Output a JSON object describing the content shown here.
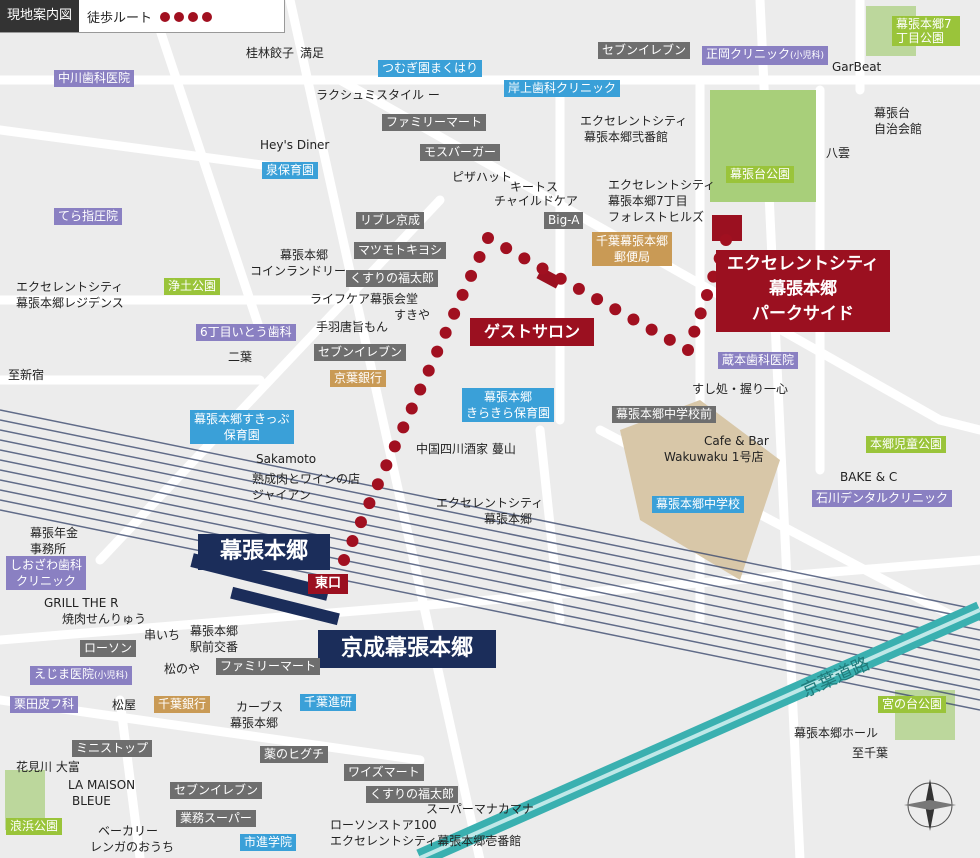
{
  "header": {
    "title": "現地案内図",
    "route_label": "徒歩ルート"
  },
  "colors": {
    "route": "#a11020",
    "property": "#9b1020",
    "station": "#1b2d5a",
    "expressway": "#3ab0b0",
    "park": "#a8cf7a"
  },
  "property": {
    "name_line1": "エクセレントシティ",
    "name_line2": "幕張本郷",
    "name_line3": "パークサイド"
  },
  "guest_salon": "ゲストサロン",
  "stations": {
    "jr": "幕張本郷",
    "keisei": "京成幕張本郷",
    "east_exit": "東口"
  },
  "expressway": "京葉道路",
  "labels": {
    "katsura": "桂林餃子",
    "mitsuboshi": "満足",
    "raku": "ラクシュミスタイル ー",
    "heys": "Hey's Diner",
    "garbeat": "GarBeat",
    "makuhari_jichi1": "幕張台",
    "makuhari_jichi2": "自治会館",
    "yakumo": "八雲",
    "pizza": "ピザハット",
    "kits1": "キートス",
    "kits2": "チャイルドケア",
    "ex2_1": "エクセレントシティ",
    "ex2_2": "幕張本郷弐番館",
    "ex7_1": "エクセレントシティ",
    "ex7_2": "幕張本郷7丁目",
    "ex7_3": "フォレストヒルズ",
    "coin1": "幕張本郷",
    "coin2": "コインランドリー",
    "lifecare": "ライフケア幕張会堂",
    "sukiya": "すきや",
    "teba": "手羽唐旨もん",
    "nichoume": "二葉",
    "shishin": "至新宿",
    "ex_res1": "エクセレントシティ",
    "ex_res2": "幕張本郷レジデンス",
    "sushi": "すし処・握り一心",
    "cafe1": "Cafe & Bar",
    "cafe2": "Wakuwaku 1号店",
    "bake": "BAKE & C",
    "chugoku": "中国四川酒家 蔓山",
    "sakamoto": "Sakamoto",
    "jukusei1": "熟成肉とワインの店",
    "jukusei2": "ジャイアン",
    "ex1_1": "エクセレントシティ",
    "ex1_2": "幕張本郷",
    "nenkin1": "幕張年金",
    "nenkin2": "事務所",
    "grill1": "GRILL THE R",
    "grill2": "焼肉せんりゅう",
    "kushi": "串いち",
    "koban1": "幕張本郷",
    "koban2": "駅前交番",
    "matsu": "松のや",
    "matsuya2": "松屋",
    "curves1": "カーブス",
    "curves2": "幕張本郷",
    "hanami": "花見川 大富",
    "maison1": "LA MAISON",
    "maison2": "BLEUE",
    "bakery1": "ベーカリー",
    "bakery2": "レンガのおうち",
    "spar": "スーパーマナカマナ",
    "lawson100": "ローソンストア100",
    "ex_ichi": "エクセレントシティ幕張本郷壱番館",
    "hall": "幕張本郷ホール",
    "shichiba": "至千葉"
  },
  "boxes": {
    "nakagawa": "中川歯科医院",
    "tsumugi": "つむぎ園まくはり",
    "seven_top": "セブンイレブン",
    "shooka": "正岡クリニック",
    "shooka_sub": "(小児科)",
    "park7": "幕張本郷7丁目公園",
    "kishigami": "岸上歯科クリニック",
    "family_top": "ファミリーマート",
    "mos": "モスバーガー",
    "izumi": "泉保育園",
    "makuhari_park": "幕張台公園",
    "tera": "てら指圧院",
    "ribre": "リブレ京成",
    "matsumoto": "マツモトキヨシ",
    "bigA": "Big-A",
    "kusuri_top": "くすりの福太郎",
    "chiba_post1": "千葉幕張本郷",
    "chiba_post2": "郵便局",
    "jodo": "浄土公園",
    "rokucho": "6丁目いとう歯科",
    "seven_mid": "セブンイレブン",
    "keiyo_bank": "京葉銀行",
    "kuramoto": "蔵本歯科医院",
    "kirakira1": "幕張本郷",
    "kirakira2": "きらきら保育園",
    "jhs_stop": "幕張本郷中学校前",
    "sukippu1": "幕張本郷すきっぷ",
    "sukippu2": "保育園",
    "hongo_park": "本郷児童公園",
    "ishikawa": "石川デンタルクリニック",
    "jhs": "幕張本郷中学校",
    "oshizawa1": "しおざわ歯科",
    "oshizawa2": "クリニック",
    "lawson": "ローソン",
    "ejima": "えじま医院",
    "ejima_sub": "(小児科)",
    "family_bot": "ファミリーマート",
    "kurita": "栗田皮フ科",
    "chiba_bank": "千葉銀行",
    "chiba_shinken": "千葉進研",
    "ministop": "ミニストップ",
    "kusuri_higu": "薬のヒグチ",
    "waizu": "ワイズマート",
    "kusuri_bot": "くすりの福太郎",
    "seven_bot": "セブンイレブン",
    "gyomu": "業務スーパー",
    "shishin_g": "市進学院",
    "miya_park": "宮の台公園",
    "nami_park": "浪浜公園"
  }
}
